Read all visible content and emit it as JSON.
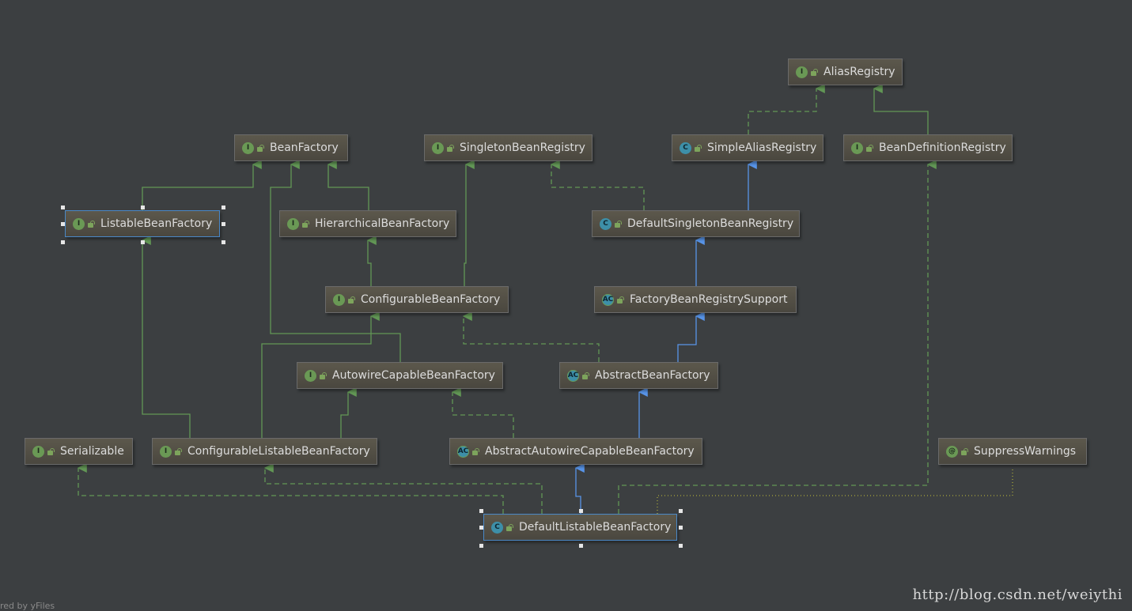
{
  "nodes": [
    {
      "id": "alias",
      "label": "AliasRegistry",
      "kind": "I"
    },
    {
      "id": "beanfactory",
      "label": "BeanFactory",
      "kind": "I"
    },
    {
      "id": "singleton",
      "label": "SingletonBeanRegistry",
      "kind": "I"
    },
    {
      "id": "simplealias",
      "label": "SimpleAliasRegistry",
      "kind": "C"
    },
    {
      "id": "beandef",
      "label": "BeanDefinitionRegistry",
      "kind": "I"
    },
    {
      "id": "listable",
      "label": "ListableBeanFactory",
      "kind": "I"
    },
    {
      "id": "hierarchical",
      "label": "HierarchicalBeanFactory",
      "kind": "I"
    },
    {
      "id": "defaultsingleton",
      "label": "DefaultSingletonBeanRegistry",
      "kind": "C"
    },
    {
      "id": "configurable",
      "label": "ConfigurableBeanFactory",
      "kind": "I"
    },
    {
      "id": "factorybean",
      "label": "FactoryBeanRegistrySupport",
      "kind": "AC"
    },
    {
      "id": "autowire",
      "label": "AutowireCapableBeanFactory",
      "kind": "I"
    },
    {
      "id": "abstractbean",
      "label": "AbstractBeanFactory",
      "kind": "AC"
    },
    {
      "id": "serializable",
      "label": "Serializable",
      "kind": "I"
    },
    {
      "id": "configlistable",
      "label": "ConfigurableListableBeanFactory",
      "kind": "I"
    },
    {
      "id": "abstractautowire",
      "label": "AbstractAutowireCapableBeanFactory",
      "kind": "AC"
    },
    {
      "id": "suppress",
      "label": "SuppressWarnings",
      "kind": "@"
    },
    {
      "id": "defaultlistable",
      "label": "DefaultListableBeanFactory",
      "kind": "C"
    }
  ],
  "edges": [
    {
      "from": "simplealias",
      "to": "alias",
      "type": "implements"
    },
    {
      "from": "beandef",
      "to": "alias",
      "type": "extends-interface"
    },
    {
      "from": "listable",
      "to": "beanfactory",
      "type": "extends-interface"
    },
    {
      "from": "hierarchical",
      "to": "beanfactory",
      "type": "extends-interface"
    },
    {
      "from": "autowire",
      "to": "beanfactory",
      "type": "extends-interface"
    },
    {
      "from": "defaultsingleton",
      "to": "singleton",
      "type": "implements"
    },
    {
      "from": "defaultsingleton",
      "to": "simplealias",
      "type": "extends-class"
    },
    {
      "from": "configurable",
      "to": "hierarchical",
      "type": "extends-interface"
    },
    {
      "from": "configurable",
      "to": "singleton",
      "type": "extends-interface"
    },
    {
      "from": "factorybean",
      "to": "defaultsingleton",
      "type": "extends-class"
    },
    {
      "from": "abstractbean",
      "to": "factorybean",
      "type": "extends-class"
    },
    {
      "from": "abstractbean",
      "to": "configurable",
      "type": "implements"
    },
    {
      "from": "configlistable",
      "to": "listable",
      "type": "extends-interface"
    },
    {
      "from": "configlistable",
      "to": "autowire",
      "type": "extends-interface"
    },
    {
      "from": "configlistable",
      "to": "configurable",
      "type": "extends-interface"
    },
    {
      "from": "abstractautowire",
      "to": "abstractbean",
      "type": "extends-class"
    },
    {
      "from": "abstractautowire",
      "to": "autowire",
      "type": "implements"
    },
    {
      "from": "defaultlistable",
      "to": "abstractautowire",
      "type": "extends-class"
    },
    {
      "from": "defaultlistable",
      "to": "configlistable",
      "type": "implements"
    },
    {
      "from": "defaultlistable",
      "to": "serializable",
      "type": "implements"
    },
    {
      "from": "defaultlistable",
      "to": "beandef",
      "type": "implements"
    },
    {
      "from": "defaultlistable",
      "to": "suppress",
      "type": "annotated"
    }
  ],
  "footer": {
    "left": "red by yFiles",
    "right": "http://blog.csdn.net/weiythi"
  },
  "colors": {
    "background": "#3c3f41",
    "interface_edge": "#629755",
    "class_edge": "#5894e8",
    "annotation_edge": "#a8a83a",
    "selection": "#4a88c7"
  }
}
